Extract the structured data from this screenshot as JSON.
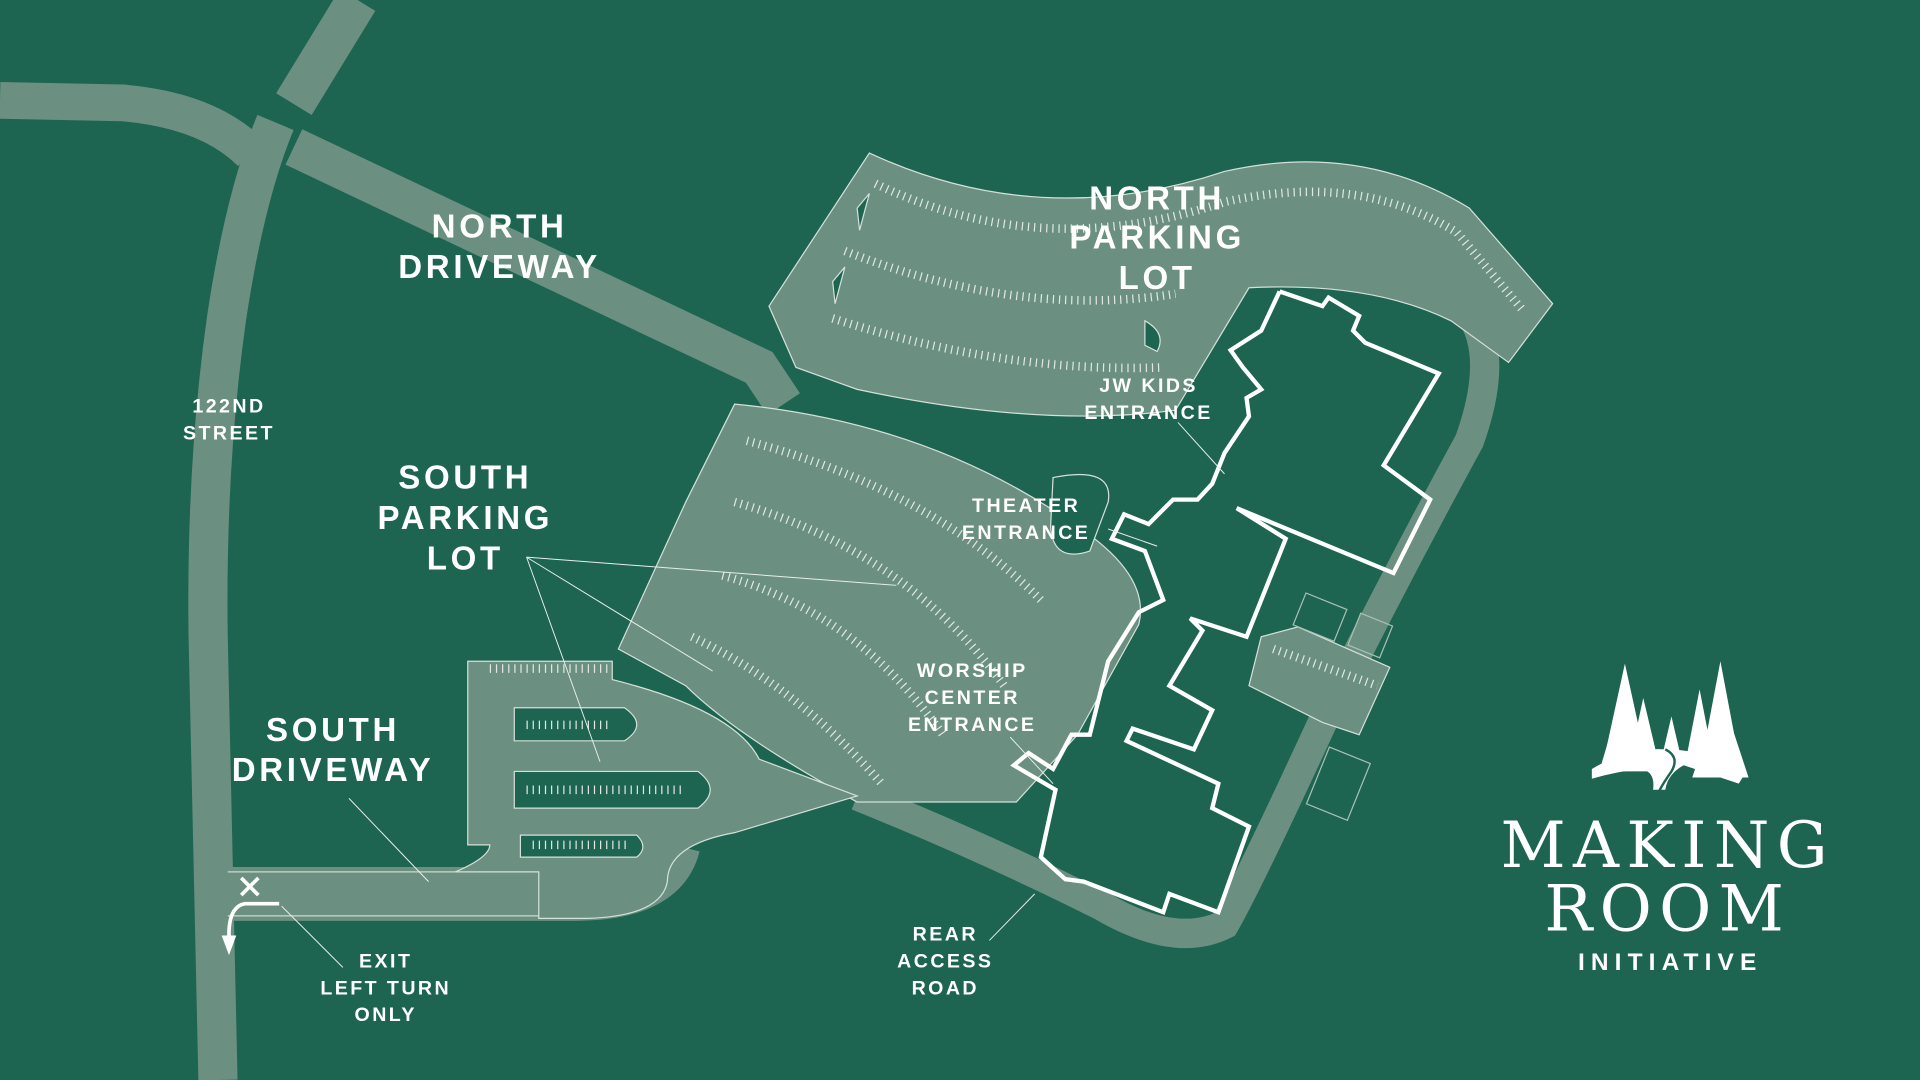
{
  "colors": {
    "background": "#1d6451",
    "road": "#6b8f80",
    "building_outline": "#ffffff"
  },
  "labels": {
    "north_driveway": [
      "NORTH",
      "DRIVEWAY"
    ],
    "north_parking_lot": [
      "NORTH",
      "PARKING",
      "LOT"
    ],
    "street": [
      "122ND",
      "STREET"
    ],
    "south_parking_lot": [
      "SOUTH",
      "PARKING",
      "LOT"
    ],
    "jw_kids_entrance": [
      "JW KIDS",
      "ENTRANCE"
    ],
    "theater_entrance": [
      "THEATER",
      "ENTRANCE"
    ],
    "worship_center_entrance": [
      "WORSHIP",
      "CENTER",
      "ENTRANCE"
    ],
    "south_driveway": [
      "SOUTH",
      "DRIVEWAY"
    ],
    "exit": [
      "EXIT",
      "LEFT TURN",
      "ONLY"
    ],
    "rear_access_road": [
      "REAR",
      "ACCESS",
      "ROAD"
    ]
  },
  "logo": {
    "line1": "MAKING",
    "line2": "ROOM",
    "line3": "INITIATIVE",
    "icon": "pine-trees-path-icon"
  },
  "icons": {
    "no_entry": "x-mark-icon",
    "exit_arrow": "left-turn-arrow-icon"
  }
}
